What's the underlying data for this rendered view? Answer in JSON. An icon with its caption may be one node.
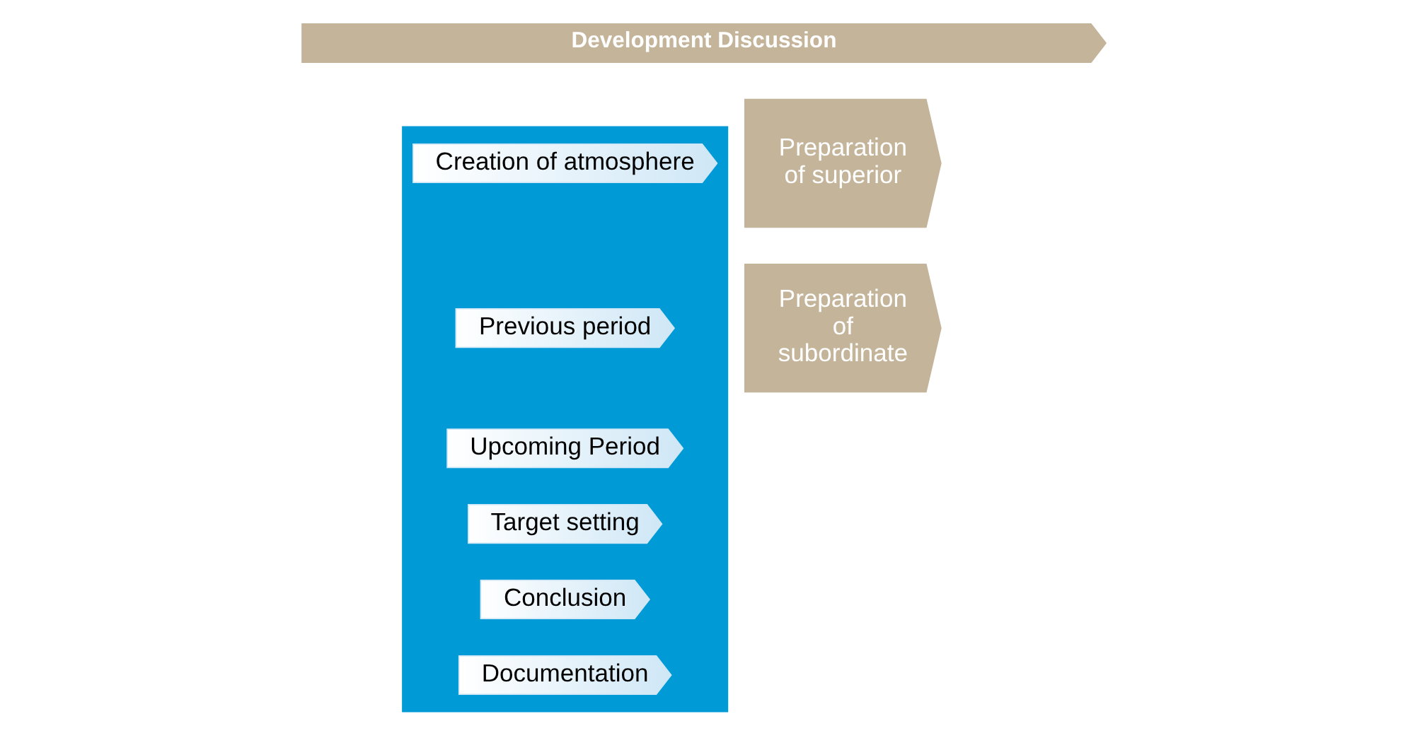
{
  "diagram": {
    "nodes": [
      {
        "text": [
          "Development Discussion"
        ]
      },
      {
        "text": [
          "Preparation of superior"
        ]
      },
      {
        "text": [
          "Preparation of subordinate"
        ]
      },
      {
        "text": [],
        "shape": "arrow"
      },
      {
        "text": [
          "Creation of atmosphere"
        ],
        "in": 3
      },
      {
        "text": [
          "Previous period"
        ],
        "in": 3
      },
      {
        "text": [
          "Upcoming Period"
        ],
        "in": 3
      },
      {
        "text": [
          "Target setting"
        ],
        "in": 3
      },
      {
        "text": [
          "Conclusion"
        ],
        "in": 3
      },
      {
        "text": [
          "Documentation"
        ],
        "in": 3
      }
    ]
  }
}
